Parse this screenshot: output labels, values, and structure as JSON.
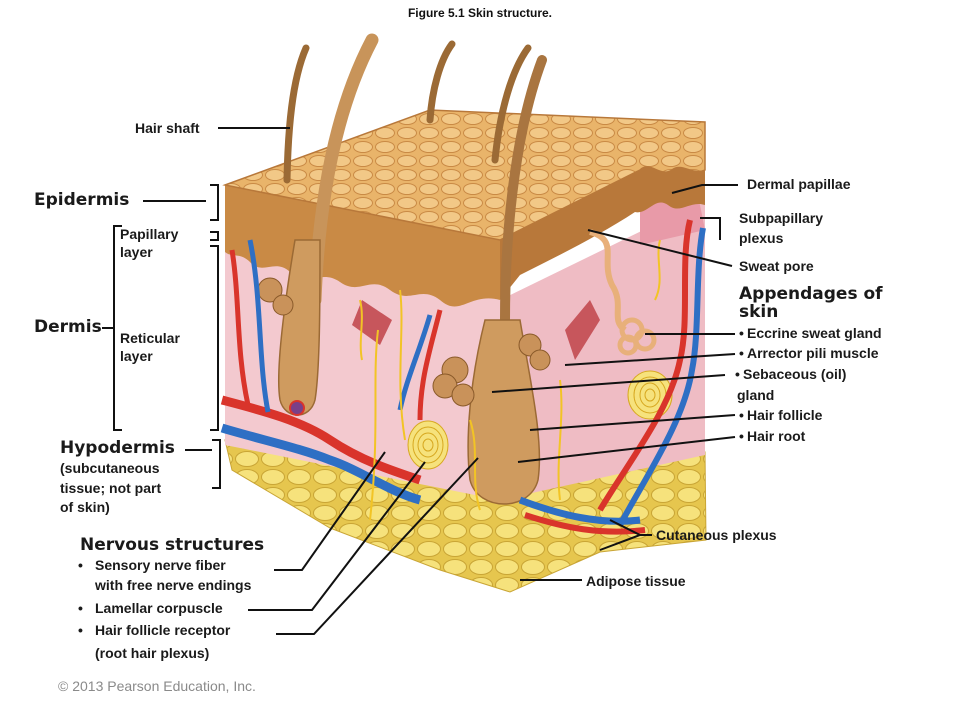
{
  "title": "Figure 5.1  Skin structure.",
  "copyright": "© 2013 Pearson Education, Inc.",
  "labels": {
    "hair_shaft": "Hair shaft",
    "epidermis": "Epidermis",
    "papillary_layer_1": "Papillary",
    "papillary_layer_2": "layer",
    "dermis": "Dermis",
    "reticular_layer_1": "Reticular",
    "reticular_layer_2": "layer",
    "hypodermis": "Hypodermis",
    "hypodermis_note_1": "(subcutaneous",
    "hypodermis_note_2": "tissue; not part",
    "hypodermis_note_3": "of skin)",
    "nervous_structures": "Nervous structures",
    "sensory_nerve_1": "Sensory nerve fiber",
    "sensory_nerve_2": "with free nerve endings",
    "lamellar_corpuscle": "Lamellar corpuscle",
    "hair_follicle_receptor_1": "Hair follicle receptor",
    "hair_follicle_receptor_2": "(root hair plexus)",
    "dermal_papillae": "Dermal papillae",
    "subpapillary_1": "Subpapillary",
    "subpapillary_2": "plexus",
    "sweat_pore": "Sweat pore",
    "appendages_1": "Appendages of",
    "appendages_2": "skin",
    "eccrine": "Eccrine sweat gland",
    "arrector": "Arrector pili muscle",
    "sebaceous_1": "Sebaceous (oil)",
    "sebaceous_2": "gland",
    "hair_follicle": "Hair follicle",
    "hair_root": "Hair root",
    "cutaneous_plexus": "Cutaneous plexus",
    "adipose_tissue": "Adipose tissue",
    "bullet": "•"
  },
  "colors": {
    "epidermis_surface": "#e9b46a",
    "epidermis_side": "#c98a45",
    "dermis": "#f3c9cf",
    "fat": "#f0dc6a",
    "artery": "#d9342b",
    "vein": "#2e6fc4",
    "nerve": "#f2c425",
    "hair": "#b0814a",
    "leader_line": "#111111"
  }
}
